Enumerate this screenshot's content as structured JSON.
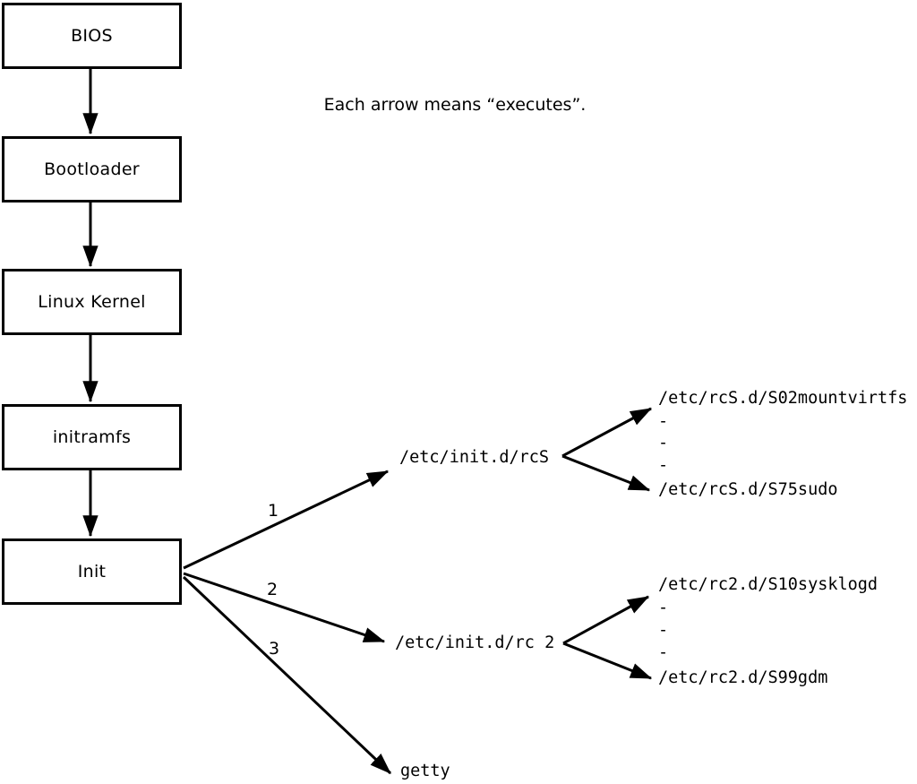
{
  "title_note": "Each arrow means “executes”.",
  "colors": {
    "background": "#ffffff",
    "foreground": "#000000"
  },
  "boot_chain": [
    "BIOS",
    "Bootloader",
    "Linux Kernel",
    "initramfs",
    "Init"
  ],
  "init_branches": [
    {
      "order": "1",
      "target": "/etc/init.d/rcS",
      "children": [
        "/etc/rcS.d/S02mountvirtfs",
        "-",
        "-",
        "-",
        "/etc/rcS.d/S75sudo"
      ]
    },
    {
      "order": "2",
      "target": "/etc/init.d/rc 2",
      "children": [
        "/etc/rc2.d/S10sysklogd",
        "-",
        "-",
        "-",
        "/etc/rc2.d/S99gdm"
      ]
    },
    {
      "order": "3",
      "target": "getty",
      "children": []
    }
  ]
}
